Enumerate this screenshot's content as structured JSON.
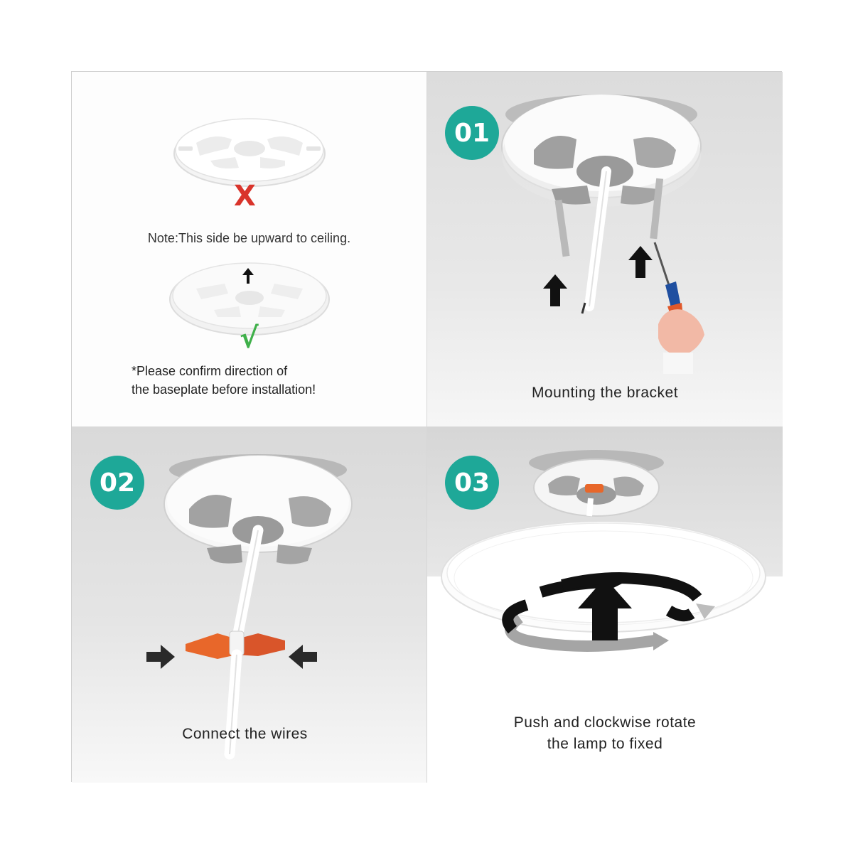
{
  "note_panel": {
    "wrong_mark": "X",
    "note_line": "Note:This side be upward to ceiling.",
    "correct_mark": "√",
    "warning_line1": "*Please confirm direction of",
    "warning_line2": "the baseplate before installation!"
  },
  "steps": [
    {
      "number": "01",
      "caption": "Mounting the bracket"
    },
    {
      "number": "02",
      "caption": "Connect the wires"
    },
    {
      "number": "03",
      "caption_line1": "Push and clockwise rotate",
      "caption_line2": "the lamp to fixed"
    }
  ],
  "colors": {
    "badge": "#1ea898",
    "wrong_mark": "#d9342b",
    "correct_mark": "#3fb04a",
    "connector": "#e8672a"
  }
}
